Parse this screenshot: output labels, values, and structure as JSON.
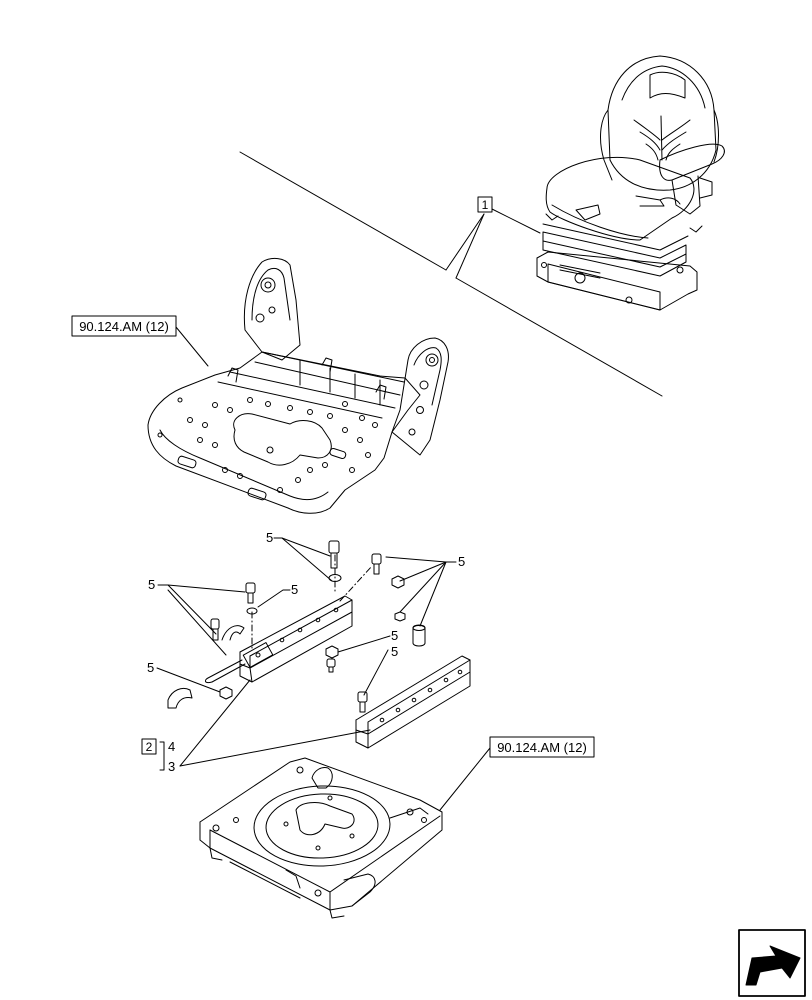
{
  "callouts": {
    "item_1": "1",
    "item_2": "2",
    "item_3": "3",
    "item_4": "4",
    "item_5": "5",
    "ref_upper": "90.124.AM (12)",
    "ref_lower": "90.124.AM (12)"
  },
  "icons": {
    "nav": "next-page-arrow-icon"
  },
  "colors": {
    "line": "#000000",
    "fill": "#ffffff"
  }
}
